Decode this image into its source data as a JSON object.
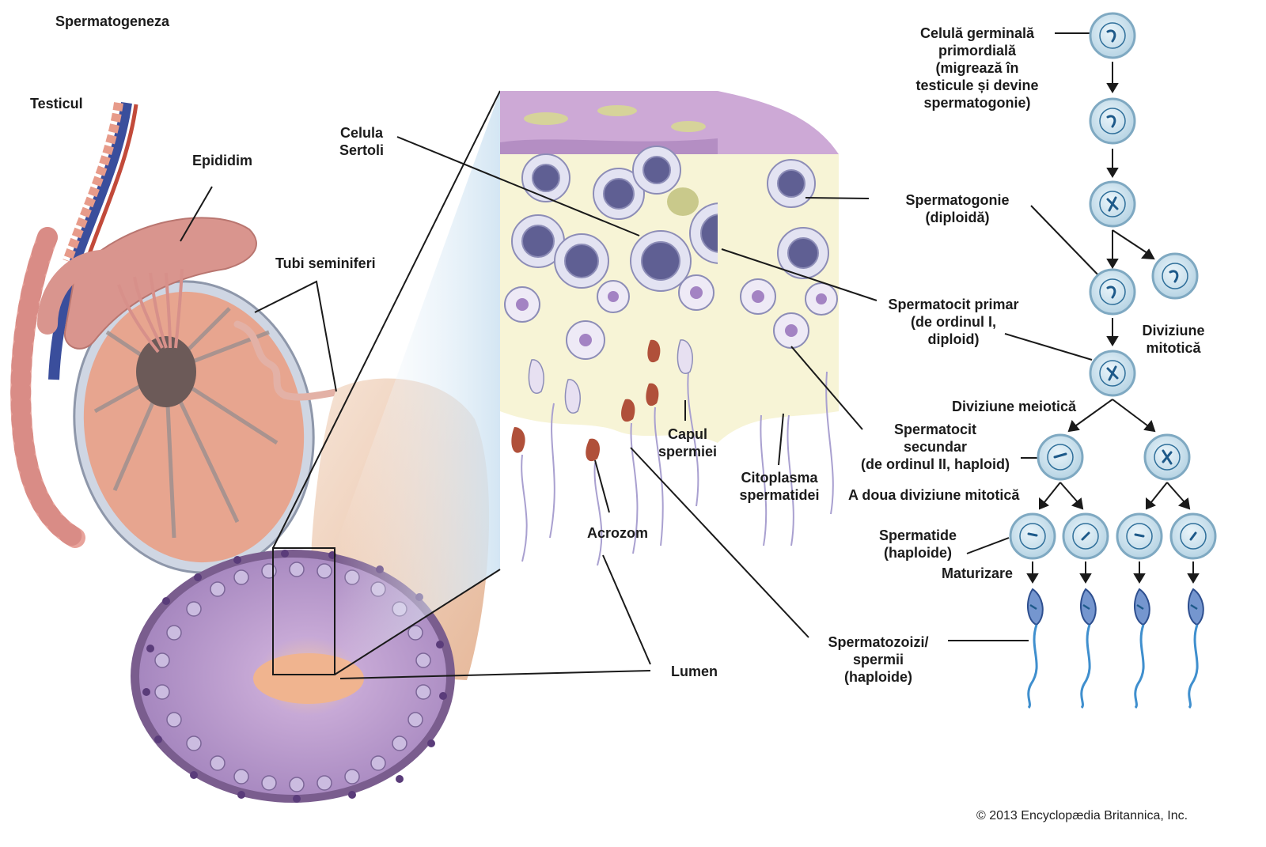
{
  "title": "Spermatogeneza",
  "labels": {
    "testicul": "Testicul",
    "epididim": "Epididim",
    "tubi": "Tubi seminiferi",
    "sertoli": [
      "Celula",
      "Sertoli"
    ],
    "capul": [
      "Capul",
      "spermiei"
    ],
    "citoplasma": [
      "Citoplasma",
      "spermatidei"
    ],
    "acrozom": "Acrozom",
    "lumen": "Lumen"
  },
  "stages": {
    "germinala": [
      "Celulă germinală",
      "primordială",
      "(migrează în",
      "testicule și devine",
      "spermatogonie)"
    ],
    "spermatogonie": [
      "Spermatogonie",
      "(diploidă)"
    ],
    "primar": [
      "Spermatocit primar",
      "(de ordinul I,",
      "diploid)"
    ],
    "diviziune_mitotica": [
      "Diviziune",
      "mitotică"
    ],
    "diviziune_meiotica": "Diviziune meiotică",
    "secundar": [
      "Spermatocit",
      "secundar",
      "(de ordinul II, haploid)"
    ],
    "a_doua": "A doua diviziune mitotică",
    "spermatide": [
      "Spermatide",
      "(haploide)"
    ],
    "maturizare": "Maturizare",
    "spermatozoizi": [
      "Spermatozoizi/",
      "spermii",
      "(haploide)"
    ]
  },
  "copyright": "© 2013 Encyclopædia Britannica, Inc.",
  "colors": {
    "cell_fill": "#cfe4ef",
    "cell_stroke": "#2f6f9a",
    "tissue_pink": "#e8a48f",
    "tubule_purple": "#a88ac4",
    "sperm_blue": "#3f8fce",
    "matrix_yellow": "#f7f4d6"
  }
}
